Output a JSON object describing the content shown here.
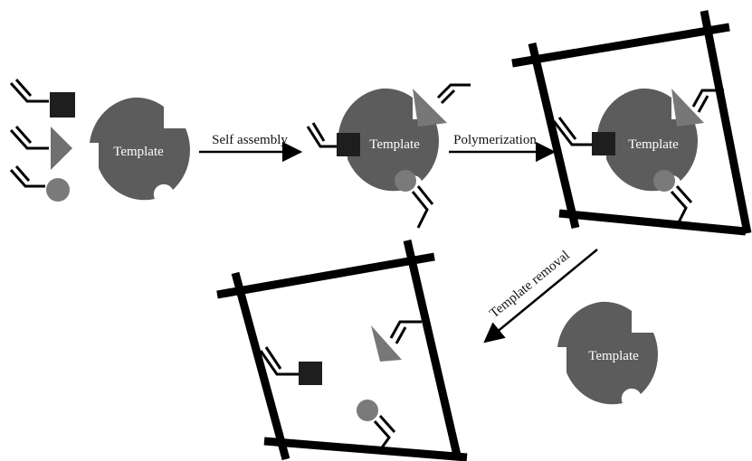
{
  "labels": {
    "step1": "Self assembly",
    "step2": "Polymerization",
    "step3": "Template removal",
    "template": "Template"
  },
  "colors": {
    "template_fill": "#5c5c5c",
    "monomer_square": "#1e1e1e",
    "monomer_triangle": "#707070",
    "monomer_circle": "#7a7a7a",
    "polymer_frame": "#000000",
    "arrow": "#000000"
  },
  "icons": [
    "vinyl-group-icon",
    "square-monomer-icon",
    "triangle-monomer-icon",
    "circle-monomer-icon",
    "template-molecule-icon",
    "polymer-crosslink-frame"
  ]
}
